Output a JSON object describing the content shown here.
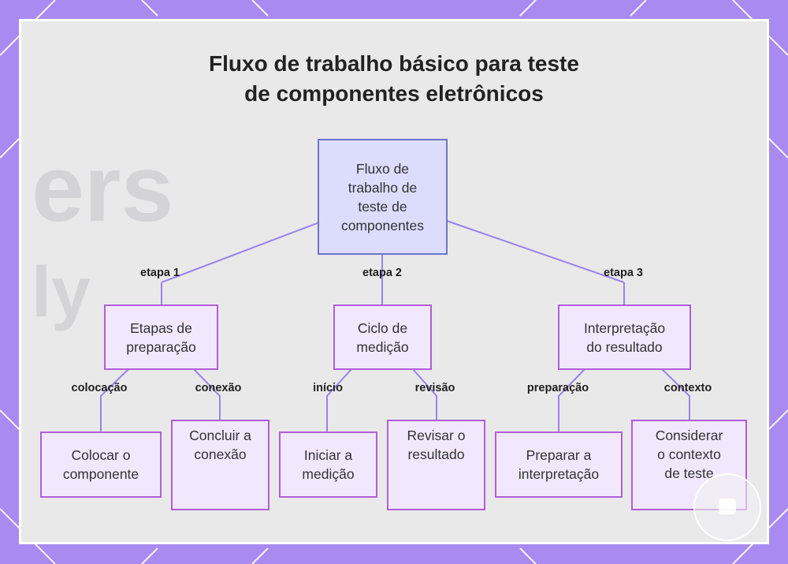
{
  "title": {
    "line1": "Fluxo de trabalho básico para teste",
    "line2": "de componentes eletrônicos"
  },
  "nodes": {
    "root": [
      "Fluxo de",
      "trabalho de",
      "teste de",
      "componentes"
    ],
    "prep": [
      "Etapas de",
      "preparação"
    ],
    "ciclo": [
      "Ciclo de",
      "medição"
    ],
    "interp": [
      "Interpretação",
      "do resultado"
    ],
    "colocar": [
      "Colocar o",
      "componente"
    ],
    "concluir": [
      "Concluir a",
      "conexão"
    ],
    "iniciar": [
      "Iniciar a",
      "medição"
    ],
    "revisar": [
      "Revisar o",
      "resultado"
    ],
    "preparar": [
      "Preparar a",
      "interpretação"
    ],
    "considerar": [
      "Considerar",
      "o contexto",
      "de teste"
    ]
  },
  "edge_labels": {
    "etapa1": "etapa 1",
    "etapa2": "etapa 2",
    "etapa3": "etapa 3",
    "colocacao": "colocação",
    "conexao": "conexão",
    "inicio": "início",
    "revisao": "revisão",
    "preparacao": "preparação",
    "contexto": "contexto"
  },
  "colors": {
    "frame": "#a98af0",
    "panel": "#e9e9ea",
    "root_fill": "#dcdcfd",
    "root_border": "#6a76c9",
    "node_fill": "#f1e8fd",
    "node_border": "#b05fd6",
    "edge": "#9b82ea"
  }
}
